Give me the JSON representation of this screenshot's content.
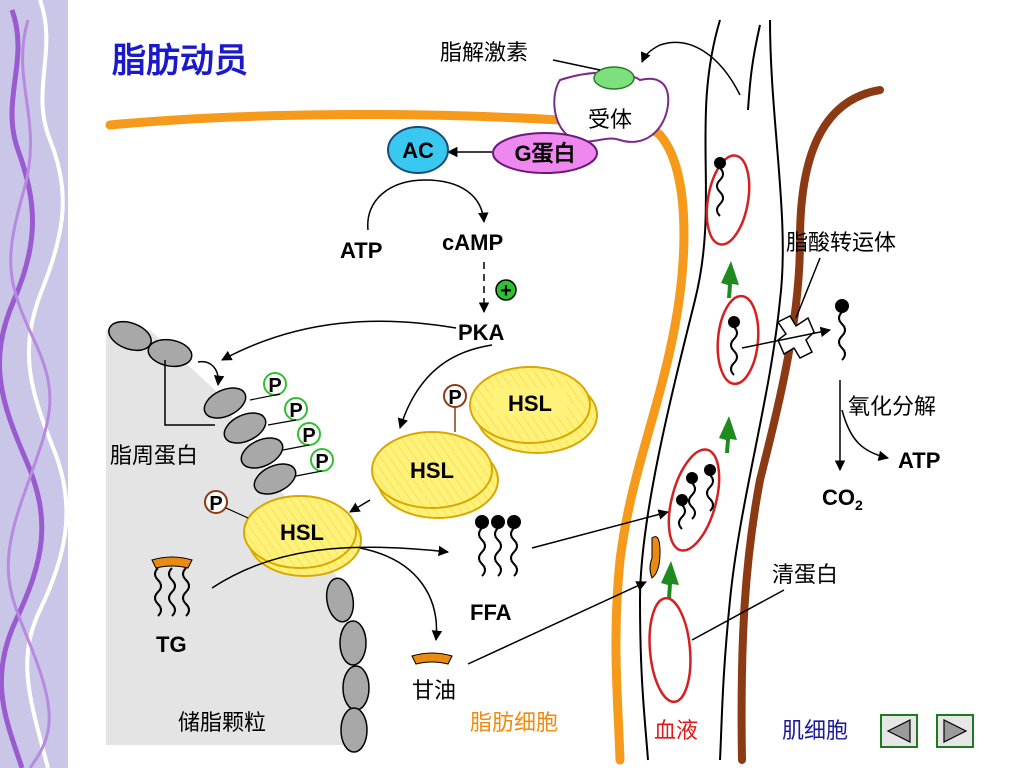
{
  "title": "脂肪动员",
  "labels": {
    "hormone": "脂解激素",
    "receptor": "受体",
    "g_protein": "G蛋白",
    "ac": "AC",
    "atp_left": "ATP",
    "camp": "cAMP",
    "pka": "PKA",
    "perilipin": "脂周蛋白",
    "hsl": "HSL",
    "p": "P",
    "tg": "TG",
    "ffa": "FFA",
    "glycerol": "甘油",
    "lipid_droplet": "储脂颗粒",
    "adipocyte": "脂肪细胞",
    "blood": "血液",
    "muscle_cell": "肌细胞",
    "fa_transporter": "脂酸转运体",
    "oxidation": "氧化分解",
    "atp_right": "ATP",
    "co2_main": "CO",
    "co2_sub": "2",
    "albumin": "清蛋白",
    "plus": "+"
  },
  "nav": {
    "prev": "previous-slide",
    "next": "next-slide"
  },
  "colors": {
    "title": "#1a1acc",
    "adipocyte_membrane": "#f59a1a",
    "muscle_membrane": "#8b3a14",
    "blood_cell_border": "#d42020",
    "green_arrow": "#1f8a1f",
    "hsl_fill": "#fff27a",
    "g_protein_fill": "#ee88ee",
    "ac_fill": "#38c8f0",
    "sidebar": "#c9c6e8",
    "nav_border": "#1f7a1f"
  }
}
